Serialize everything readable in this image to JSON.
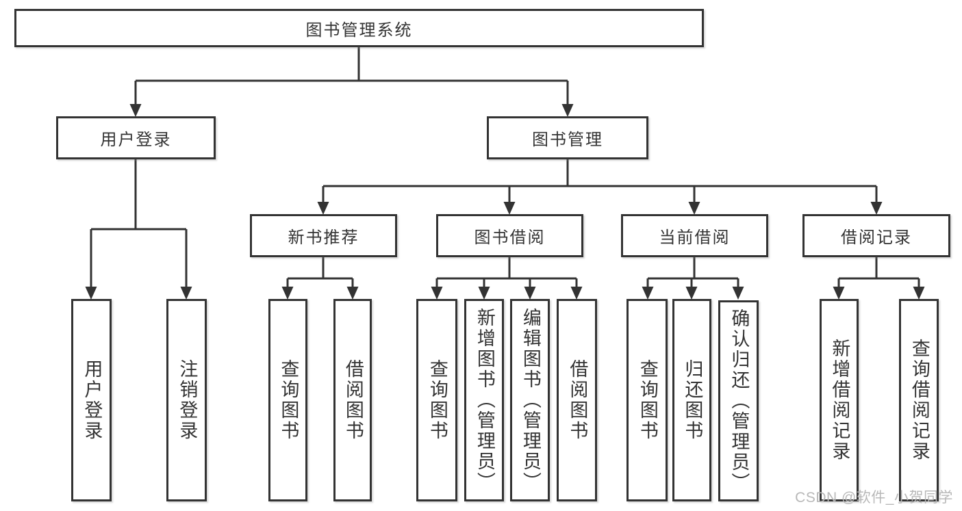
{
  "tree": {
    "label": "图书管理系统",
    "children": [
      {
        "label": "用户登录",
        "children": [
          {
            "label": "用户登录"
          },
          {
            "label": "注销登录"
          }
        ]
      },
      {
        "label": "图书管理",
        "children": [
          {
            "label": "新书推荐",
            "children": [
              {
                "label": "查询图书"
              },
              {
                "label": "借阅图书"
              }
            ]
          },
          {
            "label": "图书借阅",
            "children": [
              {
                "label": "查询图书"
              },
              {
                "label": "新增图书（管理员）"
              },
              {
                "label": "编辑图书（管理员）"
              },
              {
                "label": "借阅图书"
              }
            ]
          },
          {
            "label": "当前借阅",
            "children": [
              {
                "label": "查询图书"
              },
              {
                "label": "归还图书"
              },
              {
                "label": "确认归还（管理员）"
              }
            ]
          },
          {
            "label": "借阅记录",
            "children": [
              {
                "label": "新增借阅记录"
              },
              {
                "label": "查询借阅记录"
              }
            ]
          }
        ]
      }
    ]
  },
  "watermark": {
    "text": "CSDN @软件_小贺同学"
  },
  "colors": {
    "line": "#333333",
    "box_border": "#333333",
    "text": "#333333",
    "watermark": "#b8b8b8",
    "background": "#ffffff"
  }
}
